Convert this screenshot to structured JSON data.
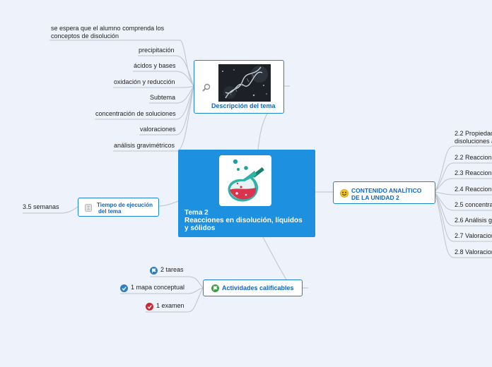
{
  "central": {
    "line1": "Tema 2",
    "line2": "Reacciones en disolución, líquidos",
    "line3": "y sólidos",
    "icon": "flask-icon"
  },
  "descripcion": {
    "title": "Descripción del tema",
    "icon": "magnifier-icon",
    "image": "dna-image",
    "items": [
      [
        "se espera que el alumno comprenda los",
        "conceptos de disolución"
      ],
      [
        "precipitación"
      ],
      [
        "ácidos y bases"
      ],
      [
        "oxidación y reducción"
      ],
      [
        "Subtema"
      ],
      [
        "concentración de soluciones"
      ],
      [
        "valoraciones"
      ],
      [
        "análisis gravimétricos"
      ]
    ]
  },
  "tiempo": {
    "line1": "Tiempo de ejecución",
    "line2": "del tema",
    "icon": "hourglass-icon",
    "value": "3.5 semanas"
  },
  "actividades": {
    "title": "Actividades calificables",
    "icon": "green-flag-icon",
    "items": [
      {
        "label": "2 tareas",
        "icon": "blue-flag-icon"
      },
      {
        "label": "1 mapa conceptual",
        "icon": "blue-check-icon"
      },
      {
        "label": "1 examen",
        "icon": "red-check-icon"
      }
    ]
  },
  "contenido": {
    "line1": "CONTENIDO ANALÍTICO",
    "line2": "DE LA UNIDAD 2",
    "icon": "smiley-icon",
    "items": [
      [
        "2.2 Propiedad",
        "disoluciones a"
      ],
      [
        "2.2 Reaccion"
      ],
      [
        "2.3 Reaccion"
      ],
      [
        "2.4 Reaccion"
      ],
      [
        "2.5 concentrac"
      ],
      [
        "2.6 Análisis g"
      ],
      [
        "2.7 Valoracion"
      ],
      [
        "2.8 Valoracion"
      ]
    ]
  },
  "colors": {
    "background": "#eef2fa",
    "central": "#1e90e0",
    "border": "#1a86d0",
    "title": "#1565c0",
    "connector": "#bcc4cc"
  }
}
